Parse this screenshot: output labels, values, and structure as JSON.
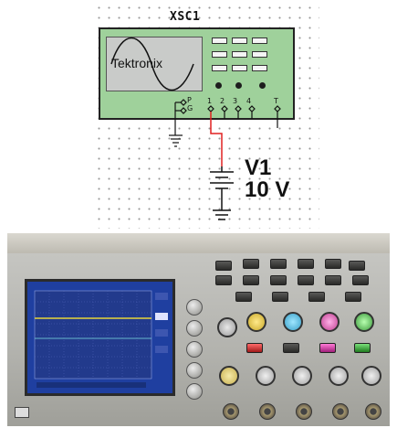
{
  "schematic": {
    "instrument_label": "XSC1",
    "screen_brand": "Tektronix",
    "pin_labels": [
      "P",
      "G",
      "1",
      "2",
      "3",
      "4",
      "T"
    ],
    "source_name": "V1",
    "source_value": "10 V"
  },
  "colors": {
    "scope_body": "#9fd19b",
    "scope_screen": "#c9cbc9",
    "wire_probe": "#e02020",
    "wire_ground": "#111111",
    "photo_crt": "#1f3fa0",
    "trace_yellow": "#e8d43a"
  },
  "photo": {
    "description_icons": [
      "crt-screen",
      "menu-buttons",
      "control-knobs",
      "bnc-inputs"
    ]
  }
}
